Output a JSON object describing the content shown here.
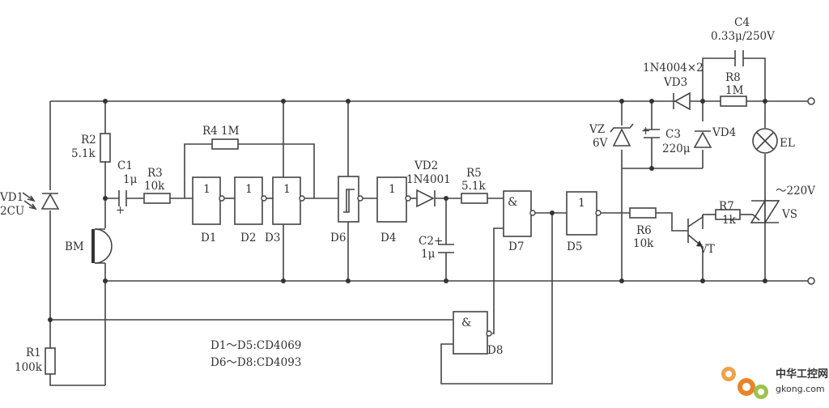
{
  "labels": {
    "vd1": "VD1",
    "vd1_type": "2CU",
    "r1": "R1",
    "r1_val": "100k",
    "r2": "R2",
    "r2_val": "5.1k",
    "bm": "BM",
    "c1": "C1",
    "c1_val": "1μ",
    "r3": "R3",
    "r3_val": "10k",
    "r4": "R4  1M",
    "d1": "D1",
    "d2": "D2",
    "d3": "D3",
    "d4": "D4",
    "d5": "D5",
    "d6": "D6",
    "d7": "D7",
    "d8": "D8",
    "vd2": "VD2",
    "vd2_type": "1N4001",
    "r5": "R5",
    "r5_val": "5.1k",
    "c2": "C2",
    "c2_val": "1μ",
    "r6": "R6",
    "r6_val": "10k",
    "r7": "R7",
    "r7_val": "1k",
    "vt": "VT",
    "vs": "VS",
    "vz": "VZ",
    "vz_val": "6V",
    "c3": "C3",
    "c3_val": "220μ",
    "vd3": "VD3",
    "vd4": "VD4",
    "diode_pair": "1N4004×2",
    "r8": "R8",
    "r8_val": "1M",
    "c4": "C4",
    "c4_val": "0.33μ/250V",
    "el": "EL",
    "mains": "～220V",
    "inverter_symbol": "1",
    "nand_symbol": "&",
    "plus": "+",
    "note_line1": "D1～D5:CD4069",
    "note_line2": "D6～D8:CD4093"
  },
  "watermark": {
    "text_cn": "中华工控网",
    "text_url": "gkong.com",
    "color": "#e8832a"
  }
}
